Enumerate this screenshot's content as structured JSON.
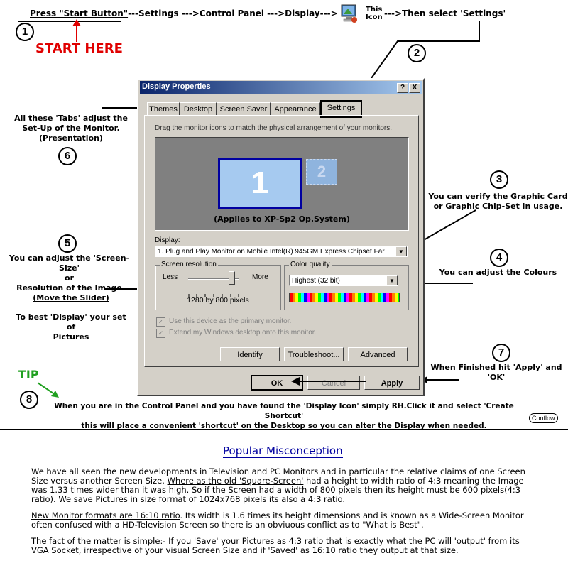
{
  "instruction": {
    "press_start": "Press \"Start Button\"",
    "path": "---Settings --->Control Panel --->Display--->",
    "this_icon_line1": "This",
    "this_icon_line2": "Icon",
    "then_select": "--->Then select 'Settings'",
    "start_here": "START HERE"
  },
  "steps": {
    "n1": "1",
    "n2": "2",
    "n3": "3",
    "n4": "4",
    "n5": "5",
    "n6": "6",
    "n7": "7",
    "n8": "8"
  },
  "annotations": {
    "tabs_line1": "All these 'Tabs' adjust the",
    "tabs_line2": "Set-Up of the Monitor.",
    "tabs_line3": "(Presentation)",
    "graphic_line1": "You can verify the Graphic Card",
    "graphic_line2": "or Graphic Chip-Set in usage.",
    "colours": "You can adjust the Colours",
    "size_line1": "You can adjust the 'Screen-Size'",
    "size_line2": "or",
    "size_line3": "Resolution of the Image",
    "slider": "(Move the Slider)",
    "best_line1": "To best 'Display' your set",
    "best_line2": "of",
    "best_line3": "Pictures",
    "finished": "When Finished hit 'Apply' and 'OK'",
    "tip": "TIP",
    "tip_line1": "When you are in the Control Panel and you have found the 'Display Icon' simply RH.Click it and select 'Create Shortcut'",
    "tip_line2": "this will place a convenient 'shortcut' on the Desktop so you can alter the Display when needed.",
    "badge": "Conflow",
    "applies": "(Applies to XP-Sp2 Op.System)"
  },
  "dialog": {
    "title": "Display Properties",
    "help_btn": "?",
    "close_btn": "X",
    "tabs": [
      "Themes",
      "Desktop",
      "Screen Saver",
      "Appearance",
      "Settings"
    ],
    "drag_hint": "Drag the monitor icons to match the physical arrangement of your monitors.",
    "monitor1": "1",
    "monitor2": "2",
    "display_label": "Display:",
    "display_value": "1. Plug and Play Monitor on Mobile Intel(R) 945GM Express Chipset Far",
    "resolution_group": "Screen resolution",
    "less": "Less",
    "more": "More",
    "resolution_value": "1280 by 800 pixels",
    "slider_position": 0.85,
    "color_group": "Color quality",
    "color_value": "Highest (32 bit)",
    "chk_primary": "Use this device as the primary monitor.",
    "chk_extend": "Extend my Windows desktop onto this monitor.",
    "btn_identify": "Identify",
    "btn_troubleshoot": "Troubleshoot...",
    "btn_advanced": "Advanced",
    "btn_ok": "OK",
    "btn_cancel": "Cancel",
    "btn_apply": "Apply"
  },
  "article": {
    "heading": "Popular  Misconception",
    "p1_a": "We have all seen the new developments in Television and PC Monitors and in particular the relative claims of one Screen Size versus another Screen Size.  ",
    "p1_u": "Where as the old 'Square-Screen'",
    "p1_b": " had a height to width ratio of 4:3 meaning the Image was 1.33 times wider than it was high. So if the Screen had a width of 800 pixels then its height must be 600 pixels(4:3 ratio). We save Pictures in size format of 1024x768 pixels its also a 4:3 ratio.",
    "p2_u": "New Monitor formats are 16:10 ratio",
    "p2_b": ". Its width is 1.6 times its height dimensions and is known as a Wide-Screen Monitor often confused with a HD-Television Screen so there is an obviuous conflict as to \"What is Best\".",
    "p3_u": "The fact of the matter is simple",
    "p3_b": ":- If you 'Save' your Pictures as 4:3 ratio that is exactly what the PC will 'output' from its VGA Socket, irrespective of your visual Screen Size and if 'Saved' as 16:10 ratio they output at that size."
  },
  "colors": {
    "title_start": "#0a246a",
    "title_end": "#a6caf0",
    "desktop_area": "#808080",
    "monitor_blue": "#a6caf0",
    "start_red": "#e00000",
    "tip_green": "#20a020",
    "heading_blue": "#0000a0"
  }
}
